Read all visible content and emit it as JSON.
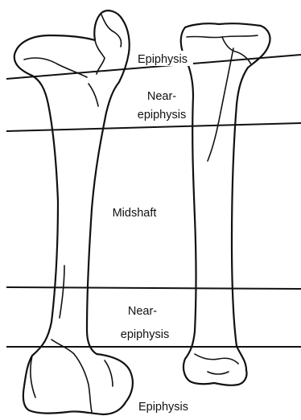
{
  "labels": {
    "epiphysis_top": "Epiphysis",
    "near_epiphysis_top_1": "Near-",
    "near_epiphysis_top_2": "epiphysis",
    "midshaft": "Midshaft",
    "near_epiphysis_bottom_1": "Near-",
    "near_epiphysis_bottom_2": "epiphysis",
    "epiphysis_bottom": "Epiphysis"
  }
}
